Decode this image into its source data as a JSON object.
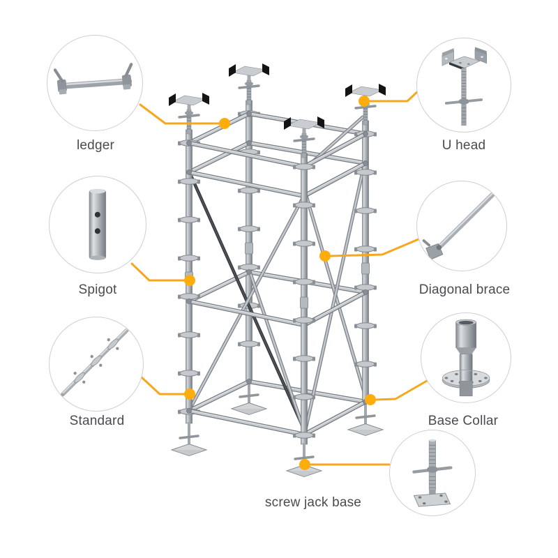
{
  "illustration": {
    "name": "modular scaffolding tower",
    "type": "labeled-parts-diagram"
  },
  "colors": {
    "accent": "#F6A71C",
    "connector_dot": "#FFAD0D",
    "circle_border": "#CFCFCF",
    "label_text": "#4A4B52",
    "background": "#FFFFFF"
  },
  "parts": [
    {
      "id": "ledger",
      "label": "ledger",
      "icon": "ledger-icon",
      "position": "top-left"
    },
    {
      "id": "u-head",
      "label": "U head",
      "icon": "u-head-icon",
      "position": "top-right"
    },
    {
      "id": "spigot",
      "label": "Spigot",
      "icon": "spigot-icon",
      "position": "middle-left"
    },
    {
      "id": "diagonal-brace",
      "label": "Diagonal brace",
      "icon": "diagonal-brace-icon",
      "position": "middle-right"
    },
    {
      "id": "standard",
      "label": "Standard",
      "icon": "standard-icon",
      "position": "lower-left"
    },
    {
      "id": "base-collar",
      "label": "Base Collar",
      "icon": "base-collar-icon",
      "position": "lower-right"
    },
    {
      "id": "screw-jack-base",
      "label": "screw jack base",
      "icon": "screw-jack-base-icon",
      "position": "bottom-right"
    }
  ]
}
